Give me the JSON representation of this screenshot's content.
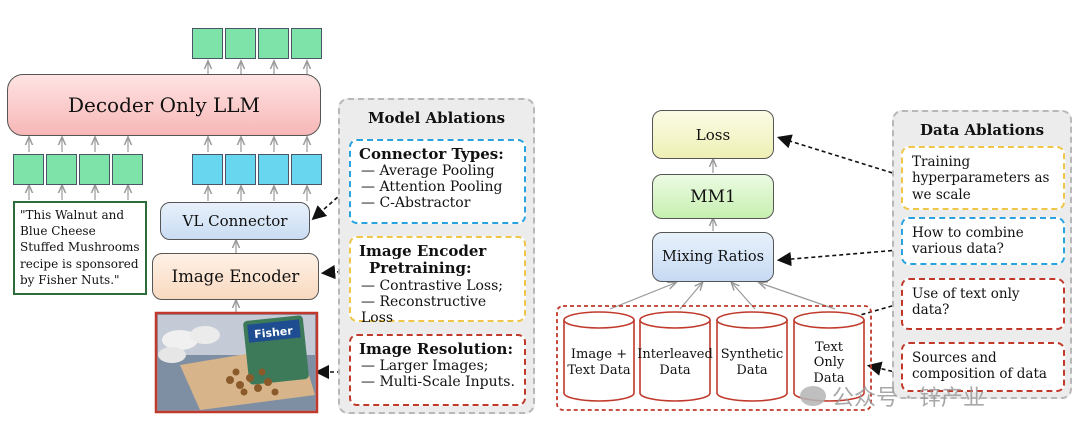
{
  "left": {
    "decoder_label": "Decoder Only LLM",
    "vl_connector_label": "VL Connector",
    "image_encoder_label": "Image Encoder",
    "caption_text": "\"This Walnut and Blue Cheese Stuffed Mushrooms recipe is sponsored by Fisher Nuts.\"",
    "photo_brand": "Fisher"
  },
  "model_ablations": {
    "title": "Model Ablations",
    "connector": {
      "title": "Connector Types:",
      "items": [
        "— Average Pooling",
        "— Attention Pooling",
        "— C-Abstractor"
      ]
    },
    "encoder": {
      "title_1": "Image Encoder",
      "title_2": "Pretraining:",
      "items": [
        "— Contrastive Loss;",
        "— Reconstructive Loss"
      ]
    },
    "resolution": {
      "title": "Image Resolution:",
      "items": [
        "— Larger Images;",
        "— Multi-Scale Inputs."
      ]
    }
  },
  "right": {
    "loss_label": "Loss",
    "mm1_label": "MM1",
    "mixing_label": "Mixing Ratios",
    "cylinders": [
      "Image + Text Data",
      "Interleaved Data",
      "Synthetic Data",
      "Text Only Data"
    ]
  },
  "data_ablations": {
    "title": "Data Ablations",
    "cards": [
      "Training hyperparameters as we scale",
      "How to combine various data?",
      "Use of text only data?",
      "Sources and composition of data"
    ]
  },
  "watermark": "公众号 · 锌产业"
}
